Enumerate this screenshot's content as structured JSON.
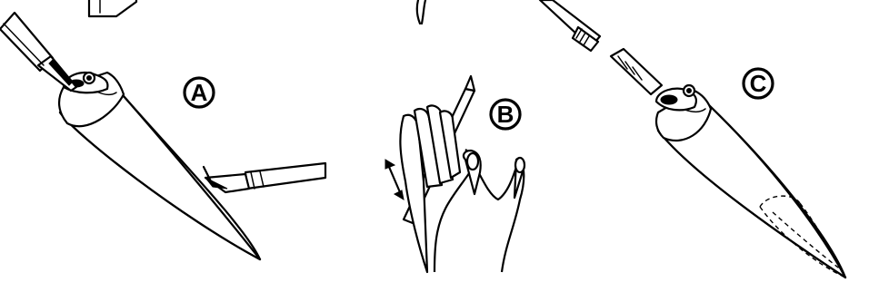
{
  "panels": [
    {
      "id": "a",
      "label": "A"
    },
    {
      "id": "b",
      "label": "B"
    },
    {
      "id": "c",
      "label": "C"
    }
  ],
  "colors": {
    "ink": "#000000",
    "paper": "#ffffff"
  }
}
